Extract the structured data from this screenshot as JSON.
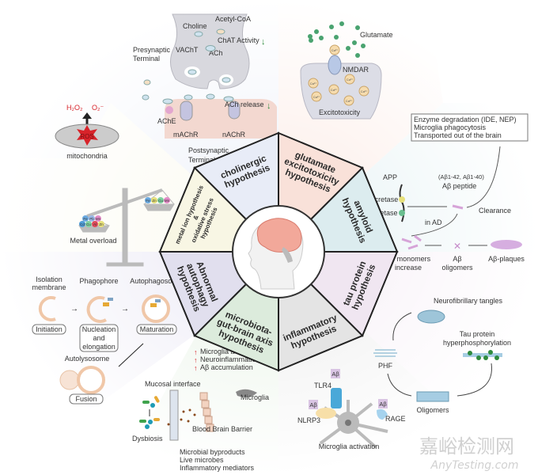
{
  "center": {
    "icon": "brain-head-icon"
  },
  "hypotheses": [
    {
      "id": "cholinergic",
      "lines": [
        "cholinergic",
        "hypothesis"
      ],
      "color": "#e8ecf7"
    },
    {
      "id": "glutamate",
      "lines": [
        "glutamate",
        "excitotoxicity",
        "hypothesis"
      ],
      "color": "#f9e1d9"
    },
    {
      "id": "amyloid",
      "lines": [
        "amyloid",
        "hypothesis"
      ],
      "color": "#dcecef"
    },
    {
      "id": "tau",
      "lines": [
        "tau protein",
        "hypothesis"
      ],
      "color": "#f0e6f1"
    },
    {
      "id": "inflammatory",
      "lines": [
        "inflammatory",
        "hypothesis"
      ],
      "color": "#e4e4e4"
    },
    {
      "id": "microbiota",
      "lines": [
        "microbiota-",
        "gut-brain axis",
        "hypothesis"
      ],
      "color": "#dcebdc"
    },
    {
      "id": "autophagy",
      "lines": [
        "Abnormal",
        "autophagy",
        "hypothesis"
      ],
      "color": "#e1dfee"
    },
    {
      "id": "metal",
      "lines": [
        "metal ion hypothesis",
        "&",
        "oxidative stress",
        "hypothesis"
      ],
      "color": "#f8f6e4"
    }
  ],
  "cholinergic_panel": {
    "choline": "Choline",
    "acetyl_coa": "Acetyl-CoA",
    "chat": "ChAT Activity",
    "vacht": "VAChT",
    "ach": "ACh",
    "presynaptic": [
      "Presynaptic",
      "Terminal"
    ],
    "ache": "AChE",
    "ach_release": "ACh release",
    "machr": "mAChR",
    "nachr": "nAChR",
    "postsynaptic": [
      "Postsynaptic",
      "Terminal"
    ]
  },
  "glutamate_panel": {
    "glutamate": "Glutamate",
    "ca": "Ca²⁺",
    "nmdar": "NMDAR",
    "excitotoxicity": "Excitotoxicity"
  },
  "amyloid_panel": {
    "clearance_box": [
      "Enzyme degradation (IDE, NEP)",
      "Microglia phagocytosis",
      "Transported out of the brain"
    ],
    "app": "APP",
    "beta": "β-secretase",
    "gamma": "γ-secretase",
    "peptide_sub": "(Aβ1-42, Aβ1-40)",
    "peptide": "Aβ peptide",
    "clearance": "Clearance",
    "in_ad": "in AD",
    "monomers": [
      "Aβ monomers",
      "increase"
    ],
    "oligomers": [
      "Aβ",
      "oligomers"
    ],
    "plaques": "Aβ-plaques"
  },
  "tau_panel": {
    "nft": "Neurofibrillary tangles",
    "hyper": [
      "Tau protein",
      "hyperphosphorylation"
    ],
    "phf": "PHF",
    "oligomers": "Oligomers"
  },
  "inflammatory_panel": {
    "abeta": "Aβ",
    "tlr4": "TLR4",
    "nlrp3": "NLRP3",
    "rage": "RAGE",
    "caption": "Microglia activation"
  },
  "microbiota_panel": {
    "effects": [
      "Microglia activation",
      "Neuroinflammation",
      "Aβ accumulation"
    ],
    "mucosal": "Mucosal interface",
    "microglia": "Microglia",
    "bbb": "Blood Brain Barrier",
    "dysbiosis": "Dysbiosis",
    "byproducts": [
      "Microbial byproducts",
      "Live microbes",
      "Inflammatory mediators"
    ]
  },
  "autophagy_panel": {
    "isolation": [
      "Isolation",
      "membrane"
    ],
    "phagophore": "Phagophore",
    "autophagosome": "Autophagosome",
    "initiation": "Initiation",
    "nucleation": [
      "Nucleation",
      "and",
      "elongation"
    ],
    "maturation": "Maturation",
    "autolysosome": "Autolysosome",
    "fusion": "Fusion"
  },
  "metal_panel": {
    "h2o2": "H₂O₂",
    "o2": "O₂⁻",
    "ros": "ROS",
    "mito": "mitochondria",
    "overload": "Metal overload",
    "right_pan": [
      "Fe",
      "Zn",
      "Cu",
      "Mn"
    ],
    "left_pan": [
      "Fe",
      "Pb",
      "Mn",
      "Cd",
      "Cu",
      "Al",
      "Zn"
    ]
  },
  "watermark": {
    "cn": "嘉峪检测网",
    "en": "AnyTesting.com"
  }
}
